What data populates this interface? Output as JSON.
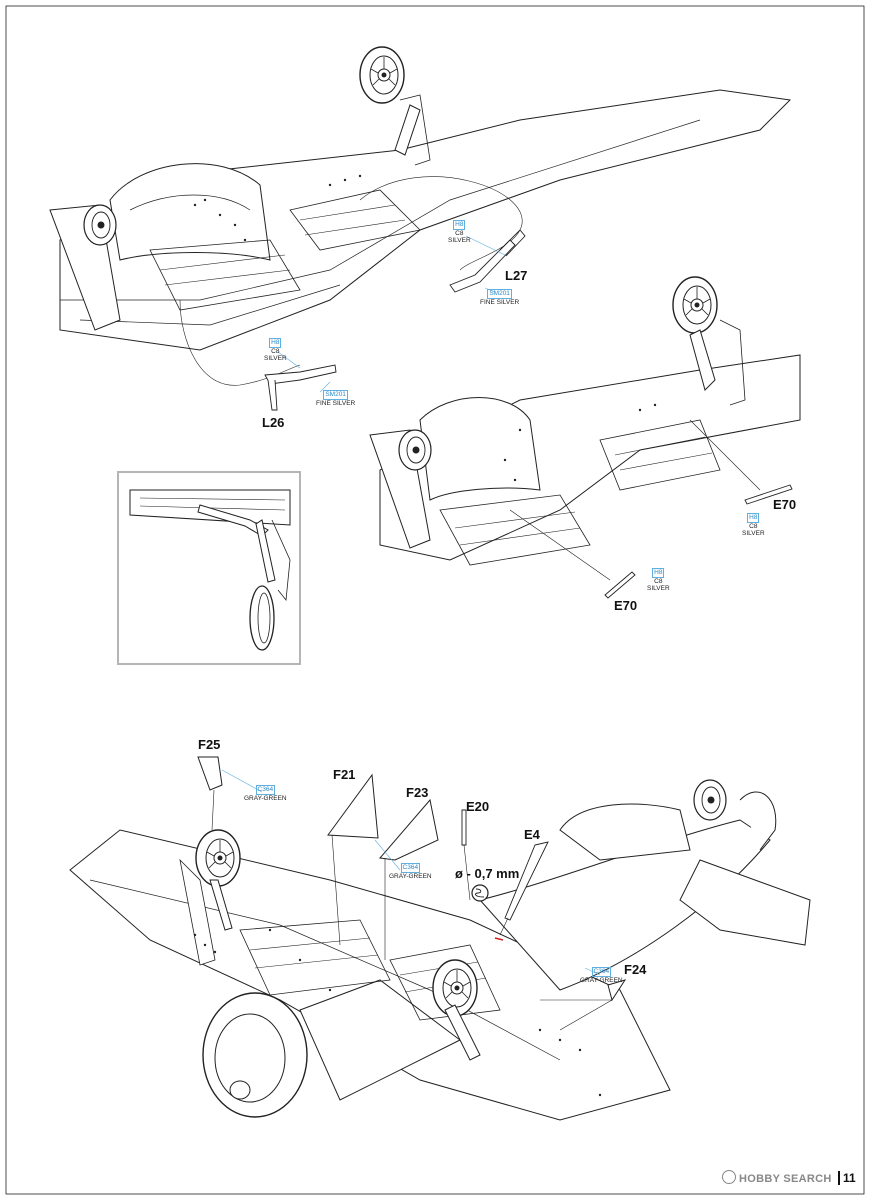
{
  "parts": {
    "L27": "L27",
    "L26": "L26",
    "E70_a": "E70",
    "E70_b": "E70",
    "F25": "F25",
    "F21": "F21",
    "F23": "F23",
    "E20": "E20",
    "E4": "E4",
    "F24": "F24"
  },
  "callouts": {
    "L27_paint": {
      "code": "H8",
      "line1": "C8",
      "line2": "SILVER"
    },
    "L27_metal": {
      "code": "SM201",
      "line1": "FINE SILVER"
    },
    "L26_paint": {
      "code": "H8",
      "line1": "C8",
      "line2": "SILVER"
    },
    "L26_metal": {
      "code": "SM201",
      "line1": "FINE SILVER"
    },
    "E70_a_paint": {
      "code": "H8",
      "line1": "C8",
      "line2": "SILVER"
    },
    "E70_b_paint": {
      "code": "H8",
      "line1": "C8",
      "line2": "SILVER"
    },
    "F25_paint": {
      "code": "C364",
      "line1": "GRAY-GREEN"
    },
    "F23_paint": {
      "code": "C364",
      "line1": "GRAY-GREEN"
    },
    "F24_paint": {
      "code": "C364",
      "line1": "GRAY-GREEN"
    }
  },
  "drill_note": "ø - 0,7 mm",
  "watermark": "HOBBY SEARCH",
  "page_number": "11",
  "colors": {
    "ink": "#111111",
    "callout_border": "#5fb0e0",
    "callout_text": "#2a88c8",
    "inset_border": "#b5b5b5"
  }
}
